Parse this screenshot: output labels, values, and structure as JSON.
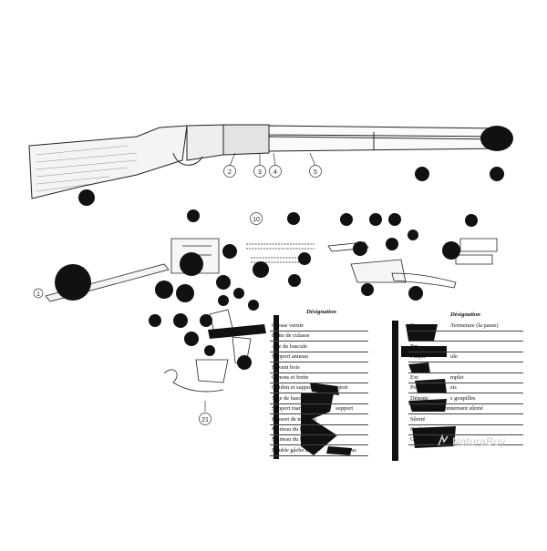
{
  "diagram": {
    "callouts": [
      "2",
      "3",
      "4",
      "5",
      "10",
      "21",
      "1"
    ],
    "left_table": {
      "header": "Désignation",
      "rows": [
        "Crosse vernie",
        "Boite de culasse",
        "Axe de bascule",
        "Support anneau",
        "Devant bois",
        "Canons et frette",
        "Guidon et support",
        "Tige de bascule",
        "Support marteau",
        "Ressort de marteau",
        "Marteau du bas",
        "Marteau du haut",
        "Double gâche avec"
      ],
      "row_suffix": {
        "6": "pport",
        "8": "support",
        "12": "et écrous"
      }
    },
    "right_table": {
      "header": "Désignation",
      "rows": [
        "Verrou",
        "",
        "Pre",
        "Plaque",
        "",
        "Ext",
        "Poussoir et",
        "Détente",
        "Poussoir positionnement sûreté",
        "Sûreté",
        "Gachette",
        "Gachette du"
      ],
      "row_suffix": {
        "0": "/fermeture (la passe)",
        "3": "ule",
        "5": "mplet",
        "6": "sis",
        "7": "s goupilles"
      }
    },
    "watermark": "NaturaBuy"
  }
}
